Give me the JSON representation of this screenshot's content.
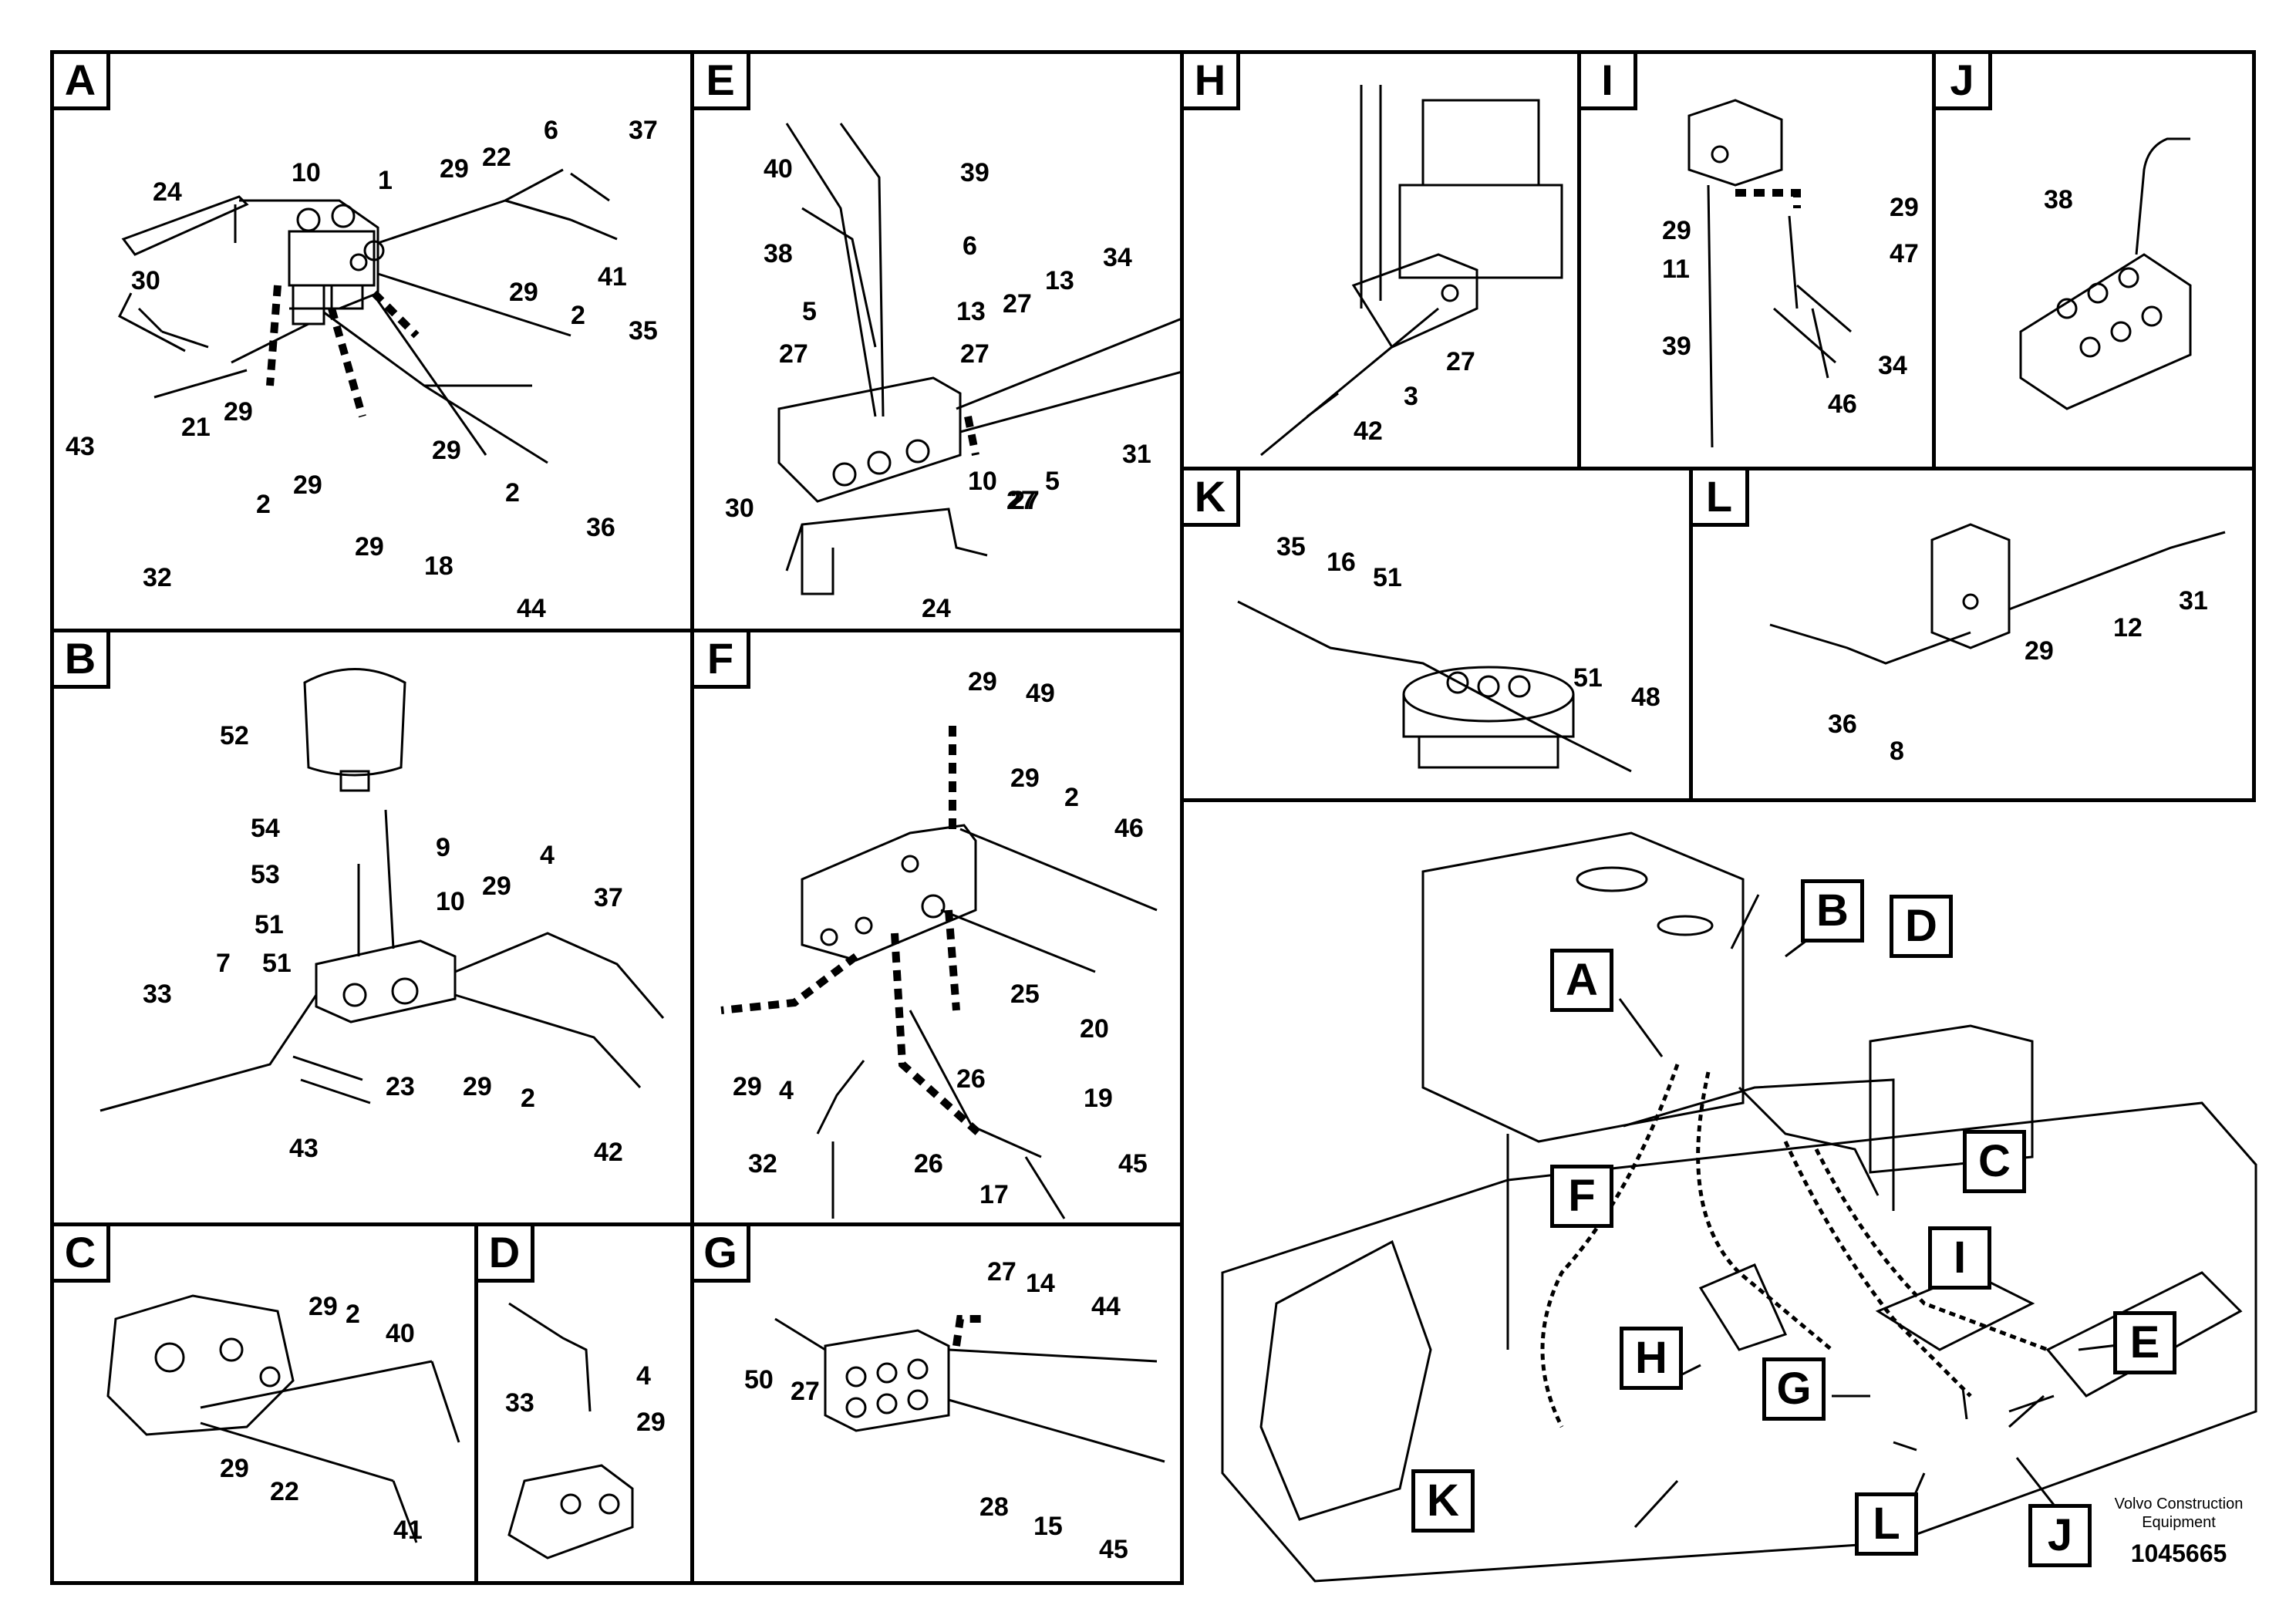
{
  "panels": [
    {
      "id": "A",
      "labels": [
        "24",
        "10",
        "1",
        "29",
        "22",
        "6",
        "37",
        "30",
        "29",
        "2",
        "35",
        "41",
        "21",
        "29",
        "43",
        "29",
        "2",
        "29",
        "32",
        "2",
        "36",
        "29",
        "18",
        "44"
      ]
    },
    {
      "id": "E",
      "labels": [
        "40",
        "39",
        "38",
        "6",
        "34",
        "13",
        "27",
        "5",
        "13",
        "27",
        "27",
        "27",
        "31",
        "10",
        "27",
        "5",
        "30",
        "24"
      ]
    },
    {
      "id": "H",
      "labels": [
        "27",
        "3",
        "42"
      ]
    },
    {
      "id": "I",
      "labels": [
        "29",
        "29",
        "47",
        "11",
        "39",
        "46",
        "34"
      ]
    },
    {
      "id": "J",
      "labels": [
        "38"
      ]
    },
    {
      "id": "K",
      "labels": [
        "35",
        "16",
        "51",
        "51",
        "48"
      ]
    },
    {
      "id": "L",
      "labels": [
        "31",
        "12",
        "29",
        "36",
        "8"
      ]
    },
    {
      "id": "B",
      "labels": [
        "52",
        "9",
        "54",
        "53",
        "10",
        "51",
        "29",
        "4",
        "37",
        "7",
        "51",
        "33",
        "23",
        "29",
        "2",
        "43",
        "42"
      ]
    },
    {
      "id": "F",
      "labels": [
        "29",
        "49",
        "29",
        "2",
        "46",
        "25",
        "20",
        "26",
        "19",
        "29",
        "4",
        "26",
        "32",
        "26",
        "17",
        "45"
      ]
    },
    {
      "id": "C",
      "labels": [
        "29",
        "2",
        "40",
        "29",
        "22",
        "41"
      ]
    },
    {
      "id": "D",
      "labels": [
        "4",
        "33",
        "29"
      ]
    },
    {
      "id": "G",
      "labels": [
        "27",
        "14",
        "44",
        "50",
        "27",
        "28",
        "15",
        "45"
      ]
    }
  ],
  "overview_callouts": [
    "A",
    "B",
    "D",
    "C",
    "F",
    "I",
    "H",
    "E",
    "G",
    "K",
    "L",
    "J"
  ],
  "footer": {
    "brand_line1": "Volvo Construction",
    "brand_line2": "Equipment",
    "doc_number": "1045665"
  }
}
